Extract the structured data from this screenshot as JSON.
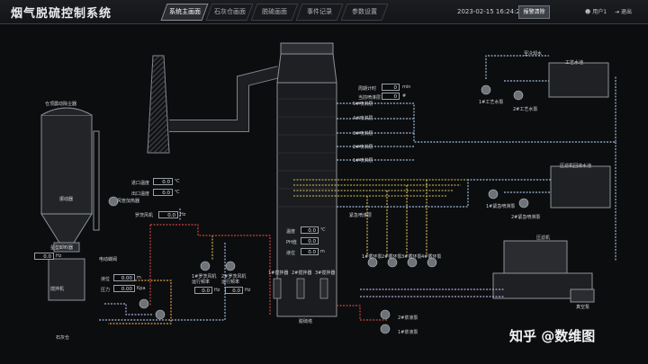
{
  "header": {
    "title": "烟气脱硫控制系统",
    "tabs": [
      {
        "label": "系统主画面",
        "active": true
      },
      {
        "label": "石灰仓画面",
        "active": false
      },
      {
        "label": "脱硫画面",
        "active": false
      },
      {
        "label": "事件记录",
        "active": false
      },
      {
        "label": "参数设置",
        "active": false
      }
    ],
    "datetime": "2023-02-15  16:24:28",
    "alarm_button": "报警清除",
    "user_label": "用户1",
    "logout_label": "退出"
  },
  "labels": {
    "silo_dust": "仓顶震动除尘器",
    "vibrator": "振动器",
    "feeder": "星型卸料器",
    "mixer": "搅拌机",
    "lime_silo": "石灰仓",
    "bin_blower": "电动蝶阀",
    "inlet_temp": "进口温度",
    "outlet_temp": "出口温度",
    "heater": "风管加热器",
    "roots_fan": "罗茨风机",
    "level": "液位",
    "pressure": "压力",
    "fan1": "1#罗茨风机\n运行频率",
    "fan2": "2#罗茨风机\n运行频率",
    "cycle_time": "周期计时",
    "current_pump": "当前喷淋层",
    "spray5": "5#喷淋层",
    "spray4": "4#喷淋层",
    "spray3": "3#喷淋层",
    "spray2": "2#喷淋层",
    "spray1": "1#喷淋层",
    "emergency": "紧急喷淋层",
    "tank_temp": "温度",
    "ph": "PH值",
    "tank_level": "液位",
    "agitator1": "1#搅拌器",
    "agitator2": "2#搅拌器",
    "agitator3": "3#搅拌器",
    "tower": "脱硫塔",
    "cp1": "1#循环泵",
    "cp2": "2#循环泵",
    "cp3": "3#循环泵",
    "cp4": "4#循环泵",
    "slurry1": "1#浆液泵",
    "slurry2": "2#浆液泵",
    "cooling_water": "至冷却水",
    "process_water": "工艺水池",
    "pw_pump1": "1#工艺水泵",
    "pw_pump2": "2#工艺水泵",
    "filter_pool": "压滤机回液水池",
    "ep1": "1#紧急喷淋泵",
    "ep2": "2#紧急喷淋泵",
    "filter_press": "压滤机",
    "vacuum": "真空泵"
  },
  "values": {
    "inlet_temp": "0.0",
    "outlet_temp": "0.0",
    "fan_freq": "0.0",
    "silo_hz": "0.0",
    "level": "0.00",
    "pressure": "0.00",
    "fan1_freq": "0.0",
    "fan2_freq": "0.0",
    "cycle_time": "0",
    "current_pump": "0",
    "tank_temp": "0.0",
    "ph": "0.0",
    "tank_level": "0.0"
  },
  "units": {
    "temp": "℃",
    "hz": "Hz",
    "m": "m",
    "kpa": "Kpa",
    "min": "min",
    "hash": "#"
  },
  "watermark": "知乎 @数维图"
}
